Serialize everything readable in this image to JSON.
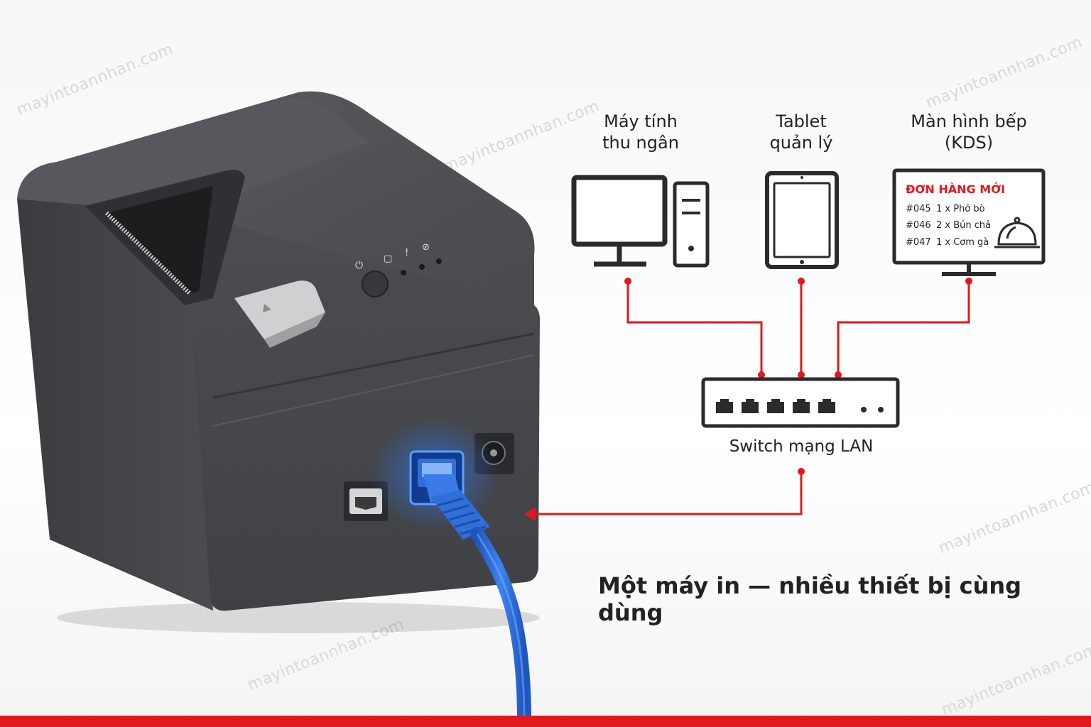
{
  "watermark": "mayintoannhan.com",
  "devices": {
    "pc": {
      "line1": "Máy tính",
      "line2": "thu ngân",
      "icon": "desktop-computer-icon"
    },
    "tablet": {
      "line1": "Tablet",
      "line2": "quản lý",
      "icon": "tablet-icon"
    },
    "kds": {
      "line1": "Màn hình bếp",
      "line2": "(KDS)",
      "icon": "monitor-icon"
    }
  },
  "kds_screen": {
    "title": "ĐƠN HÀNG MỚI",
    "orders": [
      {
        "id": "#045",
        "item": "1 x Phở bò"
      },
      {
        "id": "#046",
        "item": "2 x Bún chả"
      },
      {
        "id": "#047",
        "item": "1 x Cơm gà"
      }
    ],
    "icon": "serving-bell-icon"
  },
  "switch": {
    "label": "Switch mạng LAN",
    "icon": "network-switch-icon"
  },
  "caption": "Một máy in — nhiều thiết bị cùng dùng",
  "colors": {
    "accent": "#e0191e",
    "device_stroke": "#2b2b2b",
    "cable": "#2f6fd6",
    "printer_body": "#4a4c50"
  }
}
